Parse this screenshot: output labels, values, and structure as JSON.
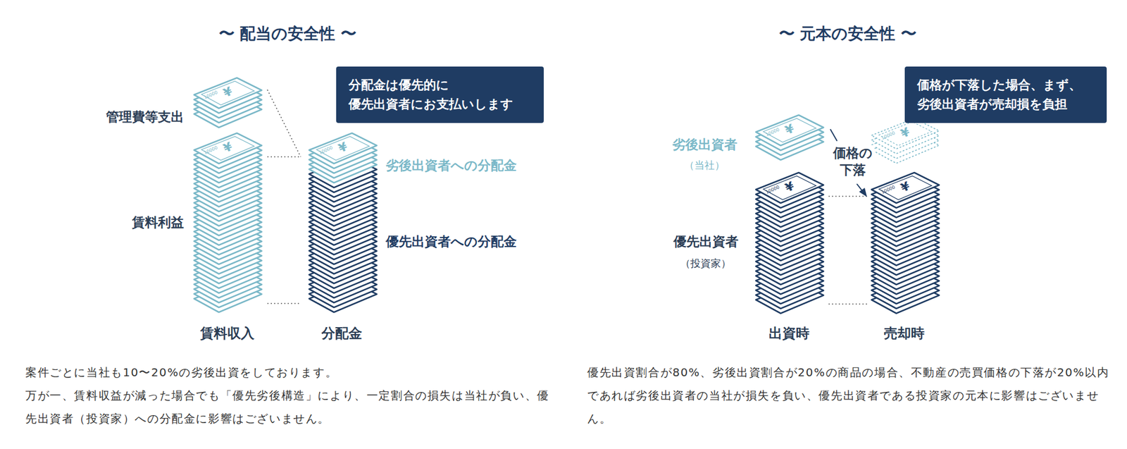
{
  "diagram": {
    "nodes": [
      {
        "text": [
          "分配金は優先的に 優先出資者にお支払いします"
        ]
      },
      {
        "text": [
          "価格が下落した場合、まず、 劣後出資者が売却損を負担"
        ]
      }
    ],
    "labels": [
      "〜 配当の安全性 〜",
      "〜 元本の安全性 〜",
      "管理費等支出",
      "¥",
      "10000",
      "賃料利益",
      "¥",
      "10000",
      "¥",
      "10000",
      "劣後出資者への分配金",
      "優先出資者への分配金",
      "賃料収入",
      "分配金",
      "劣後出資者",
      "（当社）",
      "¥",
      "10000",
      "価格の 下落",
      "¥",
      "10000",
      "優先出資者",
      "（投資家）",
      "¥",
      "10000",
      "¥",
      "10000",
      "出資時",
      "売却時",
      "案件ごとに当社も10〜20%の劣後出資をしております。",
      "万が一、賃料収益が減った場合でも「優先劣後構造」により、一定割合の損失は当社が負い、優先出資者（投資家）への分配金に影響はございません。",
      "優先出資割合が80%、劣後出資割合が20%の商品の場合、不動産の売買価格の下落が20%以内であれば劣後出資者の当社が損失を負い、優先出資者である投資家の元本に影響はございません。"
    ]
  }
}
